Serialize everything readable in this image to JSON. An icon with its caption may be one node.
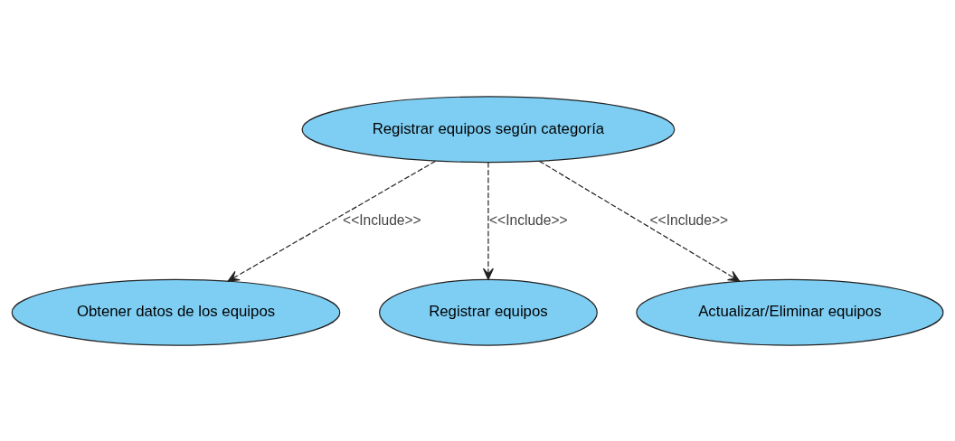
{
  "diagram": {
    "nodes": [
      {
        "text": [
          "Registrar equipos según categoría"
        ]
      },
      {
        "text": [
          "Obtener datos de los equipos"
        ]
      },
      {
        "text": [
          "Registrar equipos"
        ]
      },
      {
        "text": [
          "Actualizar/Eliminar equipos"
        ]
      }
    ],
    "edges": [
      {
        "from": 0,
        "to": 1,
        "arrow": "to",
        "label": "<<Include>>",
        "style": "dashed"
      },
      {
        "from": 0,
        "to": 2,
        "arrow": "to",
        "label": "<<Include>>",
        "style": "dashed"
      },
      {
        "from": 0,
        "to": 3,
        "arrow": "to",
        "label": "<<Include>>",
        "style": "dashed"
      }
    ]
  }
}
